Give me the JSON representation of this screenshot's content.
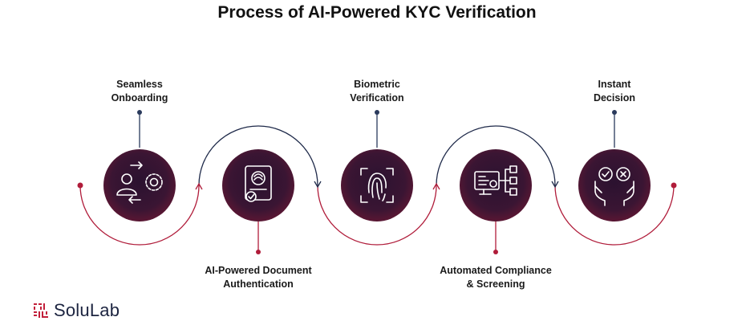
{
  "title": "Process of AI-Powered KYC Verification",
  "steps": [
    {
      "line1": "Seamless",
      "line2": "Onboarding",
      "icon": "onboarding-user-gear-icon"
    },
    {
      "line1": "AI-Powered Document",
      "line2": "Authentication",
      "icon": "document-scan-icon"
    },
    {
      "line1": "Biometric",
      "line2": "Verification",
      "icon": "fingerprint-icon"
    },
    {
      "line1": "Automated Compliance",
      "line2": "& Screening",
      "icon": "compliance-screening-icon"
    },
    {
      "line1": "Instant",
      "line2": "Decision",
      "icon": "decision-hands-icon"
    }
  ],
  "brand": {
    "name": "SoluLab"
  },
  "colors": {
    "circle_inner": "#2b1230",
    "circle_outer": "#641733",
    "accent_red": "#b01c3a",
    "accent_navy": "#1f2a4a",
    "dot_navy": "#2a3a5c"
  }
}
